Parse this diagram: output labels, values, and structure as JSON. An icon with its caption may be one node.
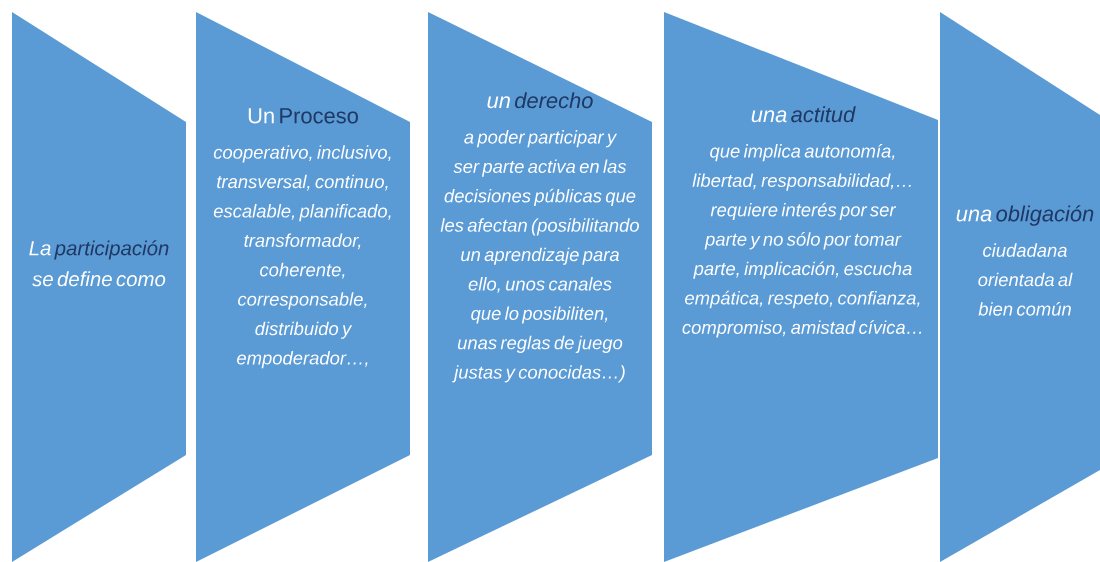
{
  "diagram": {
    "nodes": [
      {
        "text": [
          "La **participación** se define como"
        ]
      },
      {
        "text": [
          "Un **Proceso**",
          "cooperativo, inclusivo, transversal, continuo, escalable, planificado, transformador, coherente, corresponsable, distribuido y empoderador…,"
        ]
      },
      {
        "text": [
          "un **derecho**",
          "a poder participar y ser parte activa en las decisiones públicas que les afectan (posibilitando un aprendizaje para ello, unos canales que lo posibiliten, unas reglas de juego justas y conocidas…)"
        ]
      },
      {
        "text": [
          "una **actitud**",
          "que implica autonomía, libertad, responsabilidad,… requiere interés por ser parte y no sólo por tomar parte, implicación, escucha empática, respeto, confianza, compromiso, amistad cívica…"
        ]
      },
      {
        "text": [
          "una **obligación**",
          "ciudadana orientada al bien común"
        ]
      }
    ]
  }
}
